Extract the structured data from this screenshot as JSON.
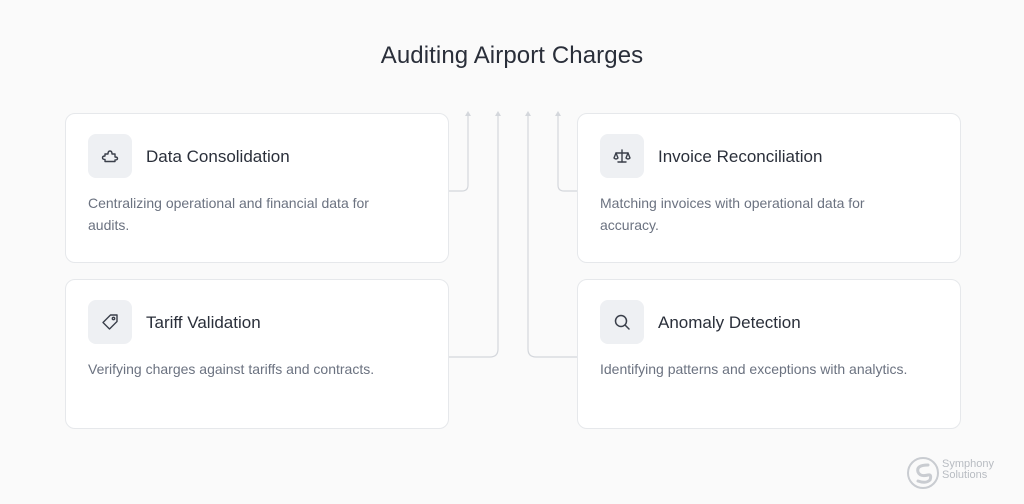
{
  "title": "Auditing Airport Charges",
  "cards": [
    {
      "title": "Data Consolidation",
      "desc": "Centralizing operational and financial data for audits.",
      "icon": "puzzle-icon"
    },
    {
      "title": "Invoice Reconciliation",
      "desc": "Matching invoices with operational data for accuracy.",
      "icon": "scale-icon"
    },
    {
      "title": "Tariff Validation",
      "desc": "Verifying charges against tariffs and contracts.",
      "icon": "tag-icon"
    },
    {
      "title": "Anomaly Detection",
      "desc": "Identifying patterns and exceptions with analytics.",
      "icon": "search-icon"
    }
  ],
  "logo": {
    "line1": "Symphony",
    "line2": "Solutions"
  },
  "colors": {
    "card_border": "#e6e8eb",
    "connector": "#d4d7dc",
    "text": "#2a2f3a",
    "muted": "#6b7280"
  }
}
